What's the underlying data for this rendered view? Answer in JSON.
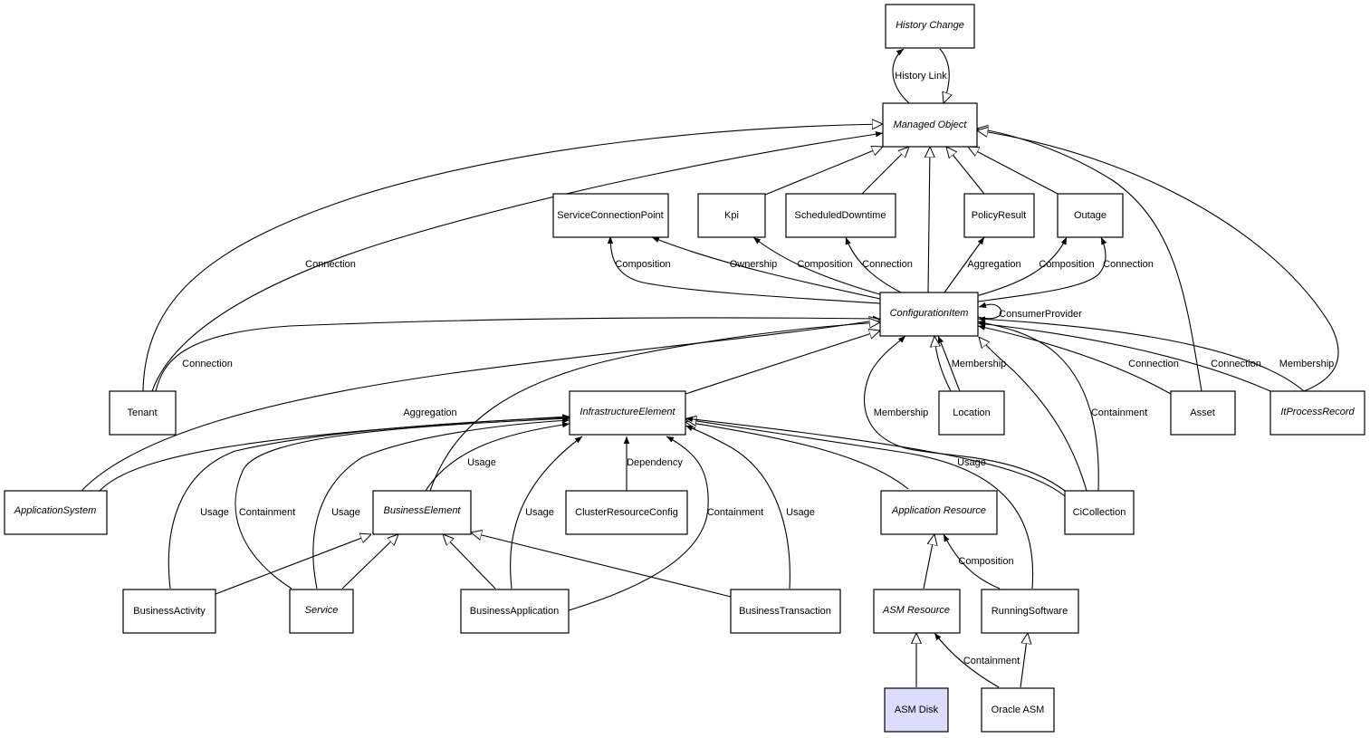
{
  "nodes": [
    {
      "id": "history_change",
      "label": "History Change",
      "italic": true
    },
    {
      "id": "managed_object",
      "label": "Managed Object",
      "italic": true
    },
    {
      "id": "service_connection_point",
      "label": "ServiceConnectionPoint"
    },
    {
      "id": "kpi",
      "label": "Kpi"
    },
    {
      "id": "scheduled_downtime",
      "label": "ScheduledDowntime"
    },
    {
      "id": "policy_result",
      "label": "PolicyResult"
    },
    {
      "id": "outage",
      "label": "Outage"
    },
    {
      "id": "configuration_item",
      "label": "ConfigurationItem",
      "italic": true
    },
    {
      "id": "tenant",
      "label": "Tenant"
    },
    {
      "id": "infrastructure_element",
      "label": "InfrastructureElement",
      "italic": true
    },
    {
      "id": "location",
      "label": "Location"
    },
    {
      "id": "asset",
      "label": "Asset"
    },
    {
      "id": "it_process_record",
      "label": "ItProcessRecord",
      "italic": true
    },
    {
      "id": "application_system",
      "label": "ApplicationSystem",
      "italic": true
    },
    {
      "id": "business_element",
      "label": "BusinessElement",
      "italic": true
    },
    {
      "id": "cluster_resource_config",
      "label": "ClusterResourceConfig"
    },
    {
      "id": "application_resource",
      "label": "Application Resource",
      "italic": true
    },
    {
      "id": "ci_collection",
      "label": "CiCollection"
    },
    {
      "id": "business_activity",
      "label": "BusinessActivity"
    },
    {
      "id": "service",
      "label": "Service",
      "italic": true
    },
    {
      "id": "business_application",
      "label": "BusinessApplication"
    },
    {
      "id": "business_transaction",
      "label": "BusinessTransaction"
    },
    {
      "id": "asm_resource",
      "label": "ASM Resource",
      "italic": true
    },
    {
      "id": "running_software",
      "label": "RunningSoftware"
    },
    {
      "id": "asm_disk",
      "label": "ASM Disk",
      "highlight": true
    },
    {
      "id": "oracle_asm",
      "label": "Oracle ASM"
    }
  ],
  "edges": [
    {
      "id": "history-link",
      "label": "History Link",
      "kind": "assoc"
    },
    {
      "id": "history-inherit",
      "label": "",
      "kind": "inherit"
    },
    {
      "id": "tenant-mo",
      "label": "",
      "kind": "inherit"
    },
    {
      "id": "kpi-mo",
      "label": "",
      "kind": "inherit"
    },
    {
      "id": "sd-mo",
      "label": "",
      "kind": "inherit"
    },
    {
      "id": "ci-mo",
      "label": "",
      "kind": "inherit"
    },
    {
      "id": "pr-mo",
      "label": "",
      "kind": "inherit"
    },
    {
      "id": "outage-mo",
      "label": "",
      "kind": "inherit"
    },
    {
      "id": "asset-mo",
      "label": "",
      "kind": "inherit"
    },
    {
      "id": "itpr-mo",
      "label": "",
      "kind": "inherit"
    },
    {
      "id": "tenant-conn-mo",
      "label": "Connection",
      "kind": "assoc"
    },
    {
      "id": "ci-scp",
      "label": "Composition",
      "kind": "assoc"
    },
    {
      "id": "ci-kpi-own",
      "label": "Ownership",
      "kind": "assoc"
    },
    {
      "id": "ci-kpi-comp",
      "label": "Composition",
      "kind": "assoc"
    },
    {
      "id": "ci-sd",
      "label": "Connection",
      "kind": "assoc"
    },
    {
      "id": "ci-pr",
      "label": "Aggregation",
      "kind": "assoc"
    },
    {
      "id": "ci-outage-comp",
      "label": "Composition",
      "kind": "assoc"
    },
    {
      "id": "ci-outage-conn",
      "label": "Connection",
      "kind": "assoc"
    },
    {
      "id": "ci-self",
      "label": "ConsumerProvider",
      "kind": "assoc"
    },
    {
      "id": "tenant-ci",
      "label": "Connection",
      "kind": "assoc"
    },
    {
      "id": "as-ci",
      "label": "",
      "kind": "inherit"
    },
    {
      "id": "be-ci",
      "label": "",
      "kind": "inherit"
    },
    {
      "id": "ie-ci",
      "label": "",
      "kind": "inherit"
    },
    {
      "id": "loc-ci-inh",
      "label": "",
      "kind": "inherit"
    },
    {
      "id": "loc-ci-mem",
      "label": "Membership",
      "kind": "assoc"
    },
    {
      "id": "cic-ci-mem",
      "label": "Membership",
      "kind": "assoc"
    },
    {
      "id": "cic-ci-inh",
      "label": "",
      "kind": "inherit"
    },
    {
      "id": "cic-ci-cont",
      "label": "Containment",
      "kind": "assoc"
    },
    {
      "id": "asset-ci",
      "label": "Connection",
      "kind": "assoc"
    },
    {
      "id": "itpr-ci-conn",
      "label": "Connection",
      "kind": "assoc"
    },
    {
      "id": "itpr-ci-mem",
      "label": "Membership",
      "kind": "assoc"
    },
    {
      "id": "as-ie",
      "label": "Aggregation",
      "kind": "assoc"
    },
    {
      "id": "ba-ie",
      "label": "Usage",
      "kind": "assoc"
    },
    {
      "id": "svc-ie-cont",
      "label": "Containment",
      "kind": "assoc"
    },
    {
      "id": "svc-ie-usage",
      "label": "Usage",
      "kind": "assoc"
    },
    {
      "id": "be-ie",
      "label": "Usage",
      "kind": "assoc"
    },
    {
      "id": "bapp-ie-usage",
      "label": "Usage",
      "kind": "assoc"
    },
    {
      "id": "crc-ie",
      "label": "Dependency",
      "kind": "assoc"
    },
    {
      "id": "bapp-ie-cont",
      "label": "Containment",
      "kind": "assoc"
    },
    {
      "id": "bt-ie",
      "label": "Usage",
      "kind": "assoc"
    },
    {
      "id": "ar-ie",
      "label": "",
      "kind": "inherit"
    },
    {
      "id": "rs-ie",
      "label": "",
      "kind": "inherit"
    },
    {
      "id": "cic-ie",
      "label": "Usage",
      "kind": "assoc"
    },
    {
      "id": "bact-be",
      "label": "",
      "kind": "inherit"
    },
    {
      "id": "svc-be",
      "label": "",
      "kind": "inherit"
    },
    {
      "id": "bapp-be",
      "label": "",
      "kind": "inherit"
    },
    {
      "id": "bt-be",
      "label": "",
      "kind": "inherit"
    },
    {
      "id": "asmr-ar",
      "label": "",
      "kind": "inherit"
    },
    {
      "id": "rs-ar",
      "label": "Composition",
      "kind": "assoc"
    },
    {
      "id": "disk-asmr",
      "label": "",
      "kind": "inherit"
    },
    {
      "id": "oasm-asmr",
      "label": "Containment",
      "kind": "assoc"
    },
    {
      "id": "oasm-rs",
      "label": "",
      "kind": "inherit"
    }
  ]
}
